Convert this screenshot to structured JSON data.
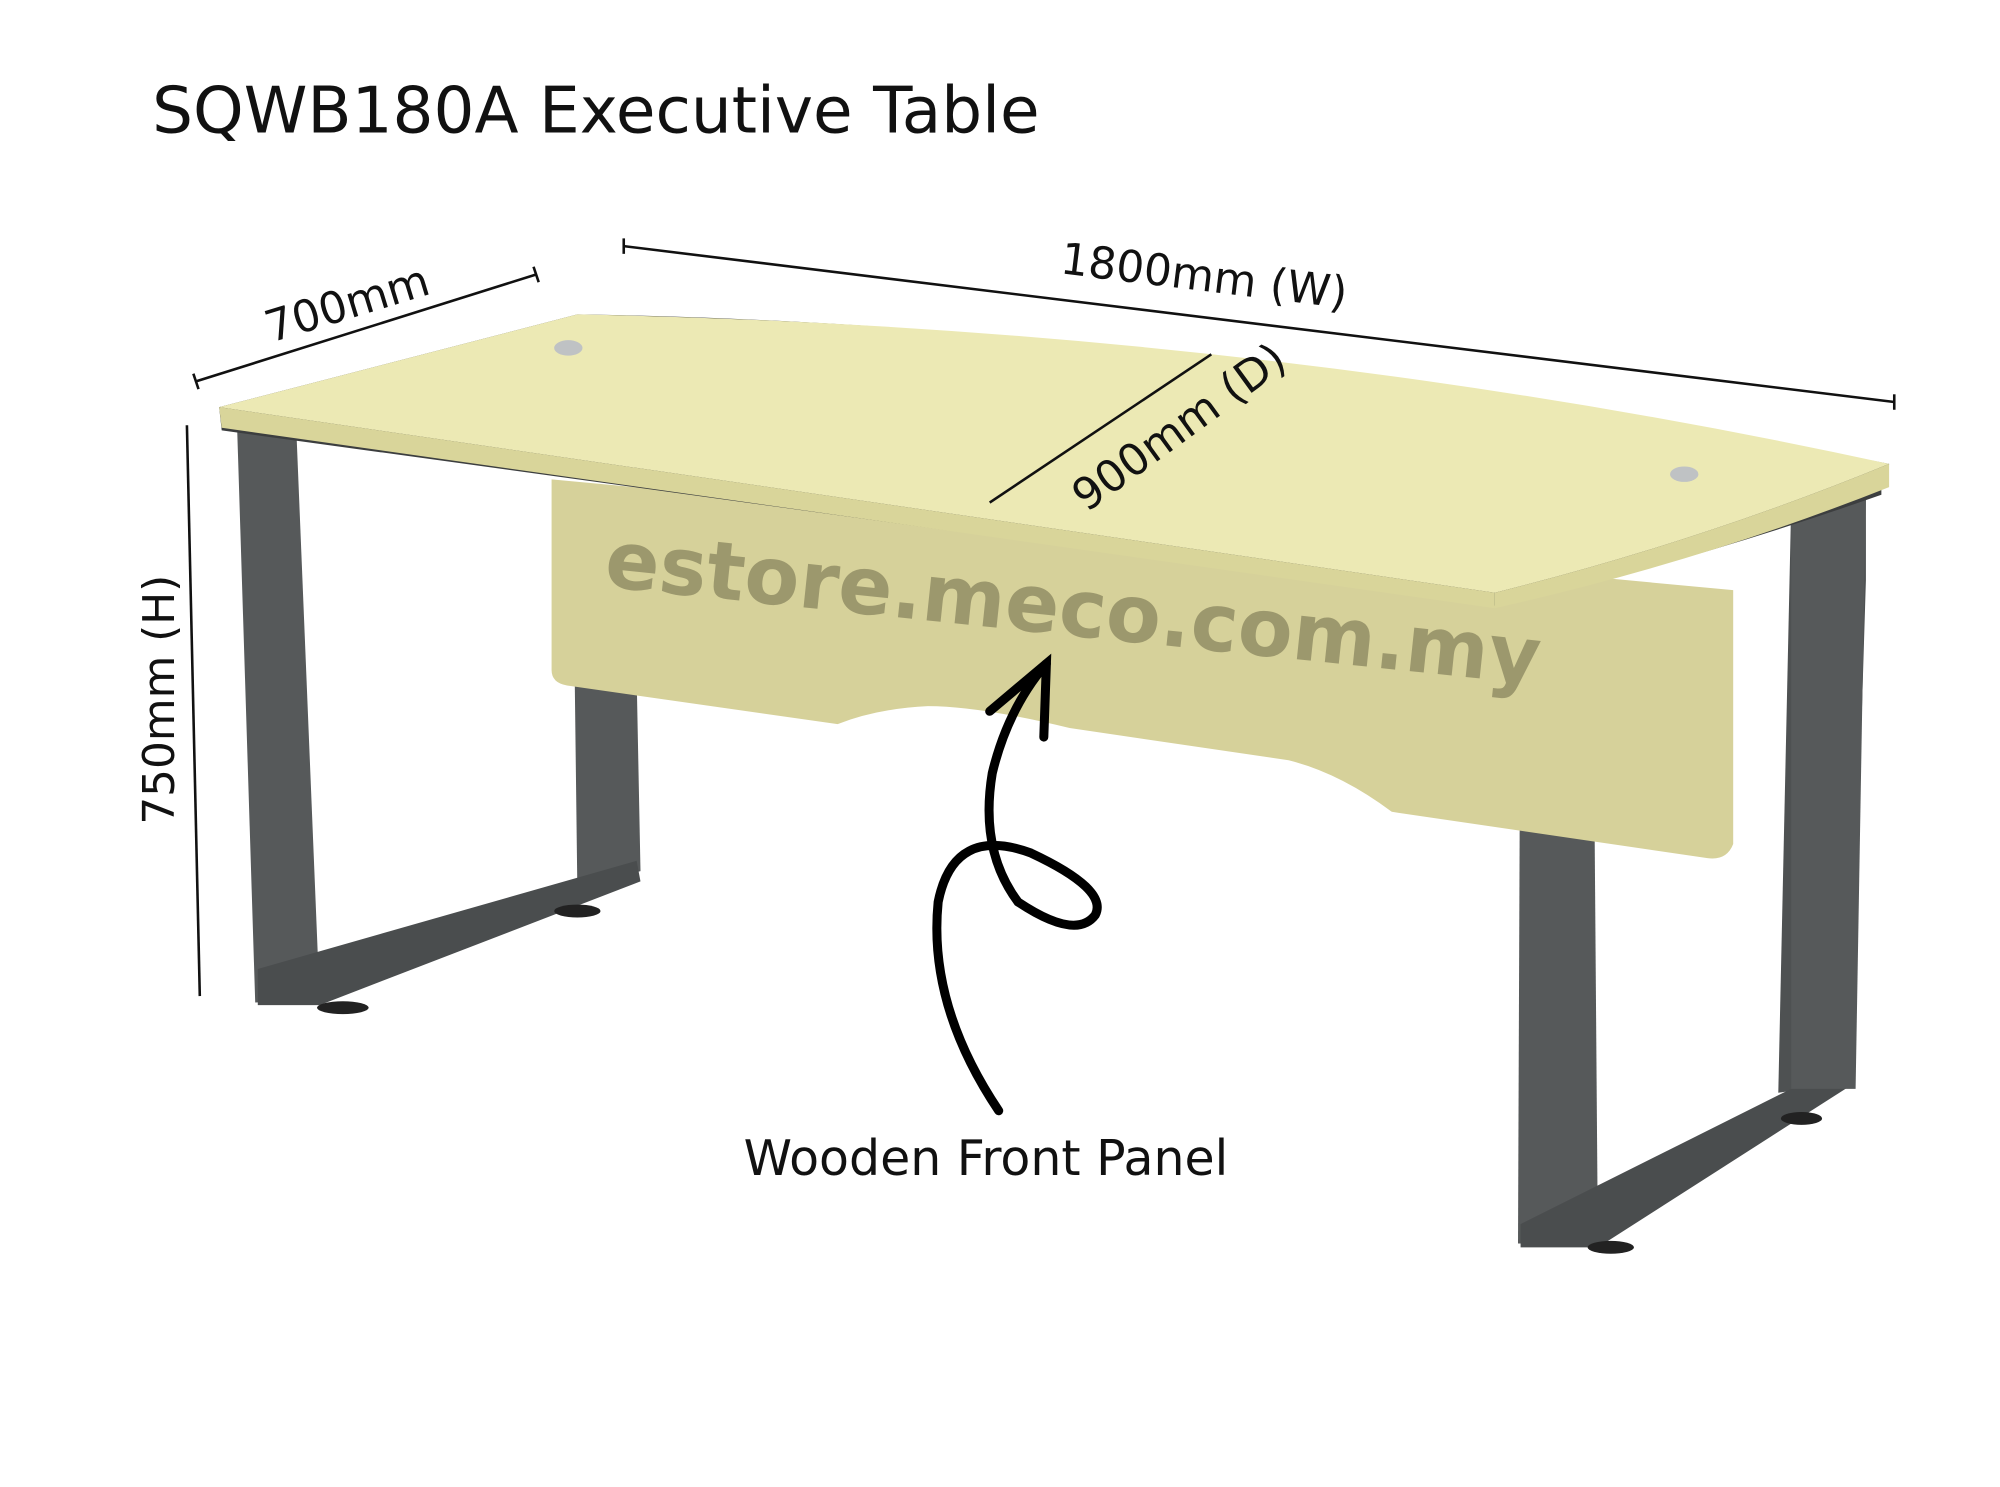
{
  "title": "SQWB180A Executive Table",
  "dimensions": {
    "depth_side": "700mm",
    "width": "1800mm (W)",
    "depth_center": "900mm (D)",
    "height": "750mm (H)"
  },
  "callout": "Wooden Front Panel",
  "watermark": "estore.meco.com.my",
  "colors": {
    "wood": "#ece9b4",
    "wood_edge": "#d9d59a",
    "panel": "#d6d19a",
    "frame": "#56595a",
    "frame_dark": "#3c3e3f"
  }
}
